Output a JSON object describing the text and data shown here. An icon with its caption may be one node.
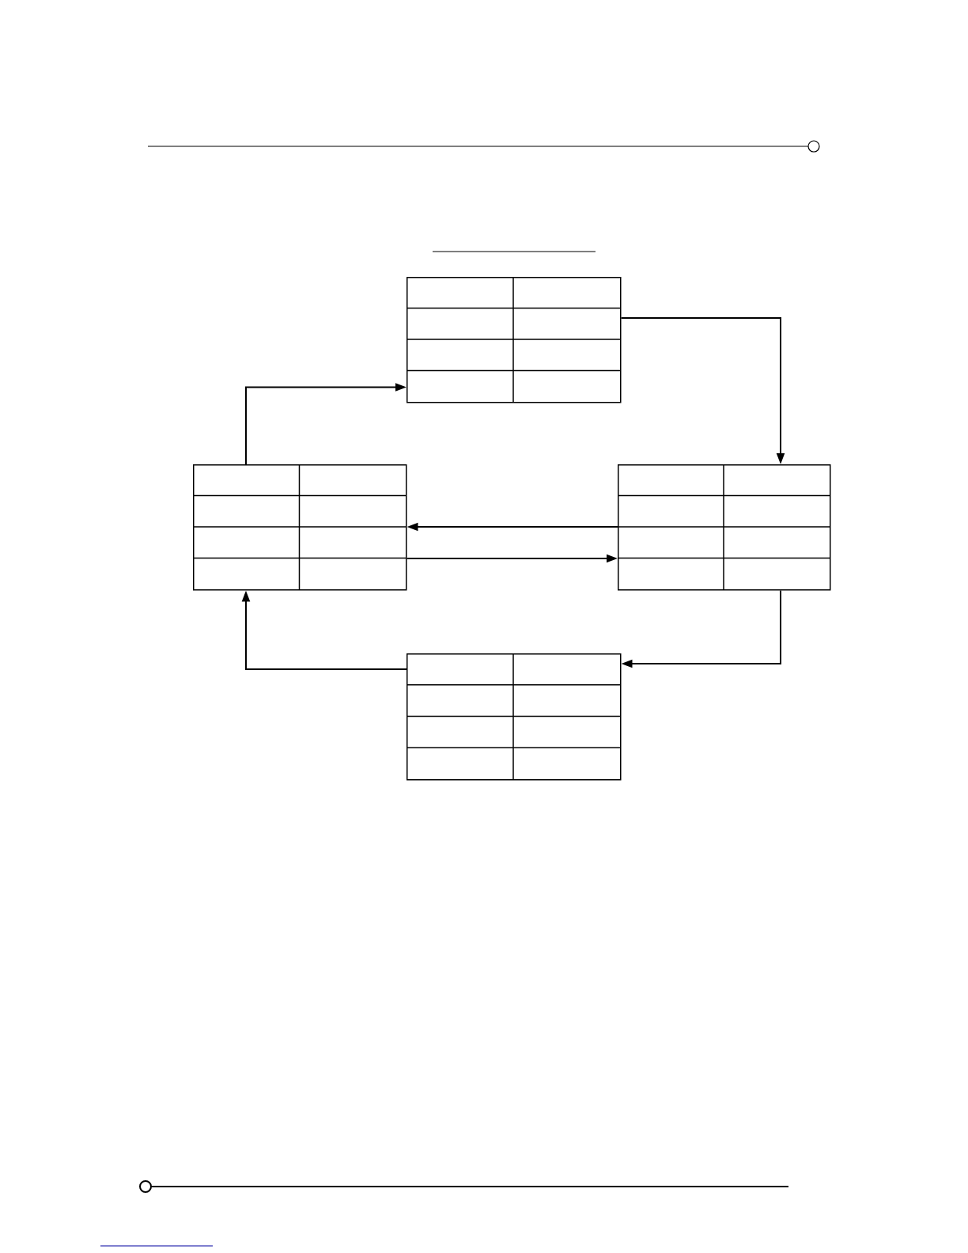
{
  "diagram": {
    "nodes": [
      {
        "text": [],
        "shape": "table"
      },
      {
        "text": [],
        "shape": "table"
      },
      {
        "text": [],
        "shape": "table"
      },
      {
        "text": [],
        "shape": "table"
      }
    ],
    "edges": [
      {
        "from": 1,
        "to": 0,
        "arrow": "to"
      },
      {
        "from": 0,
        "to": 2,
        "arrow": "to"
      },
      {
        "from": 2,
        "to": 1,
        "arrow": "to"
      },
      {
        "from": 1,
        "to": 2,
        "arrow": "to"
      },
      {
        "from": 2,
        "to": 3,
        "arrow": "to"
      },
      {
        "from": 3,
        "to": 1,
        "arrow": "to"
      }
    ]
  }
}
